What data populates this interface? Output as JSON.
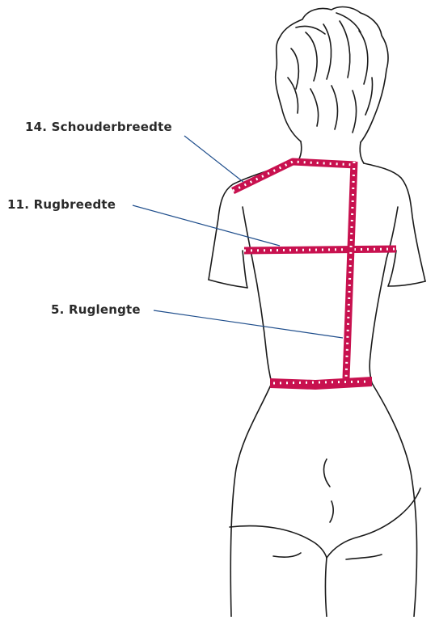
{
  "figure": {
    "labels": {
      "shoulder_width": "14. Schouderbreedte",
      "back_width": "11. Rugbreedte",
      "back_length": "5. Ruglengte"
    },
    "colors": {
      "body_outline": "#1a1a1a",
      "leader_line": "#1f4e8c",
      "tape_measure": "#c8114f",
      "tape_ticks": "#ffffff"
    }
  }
}
